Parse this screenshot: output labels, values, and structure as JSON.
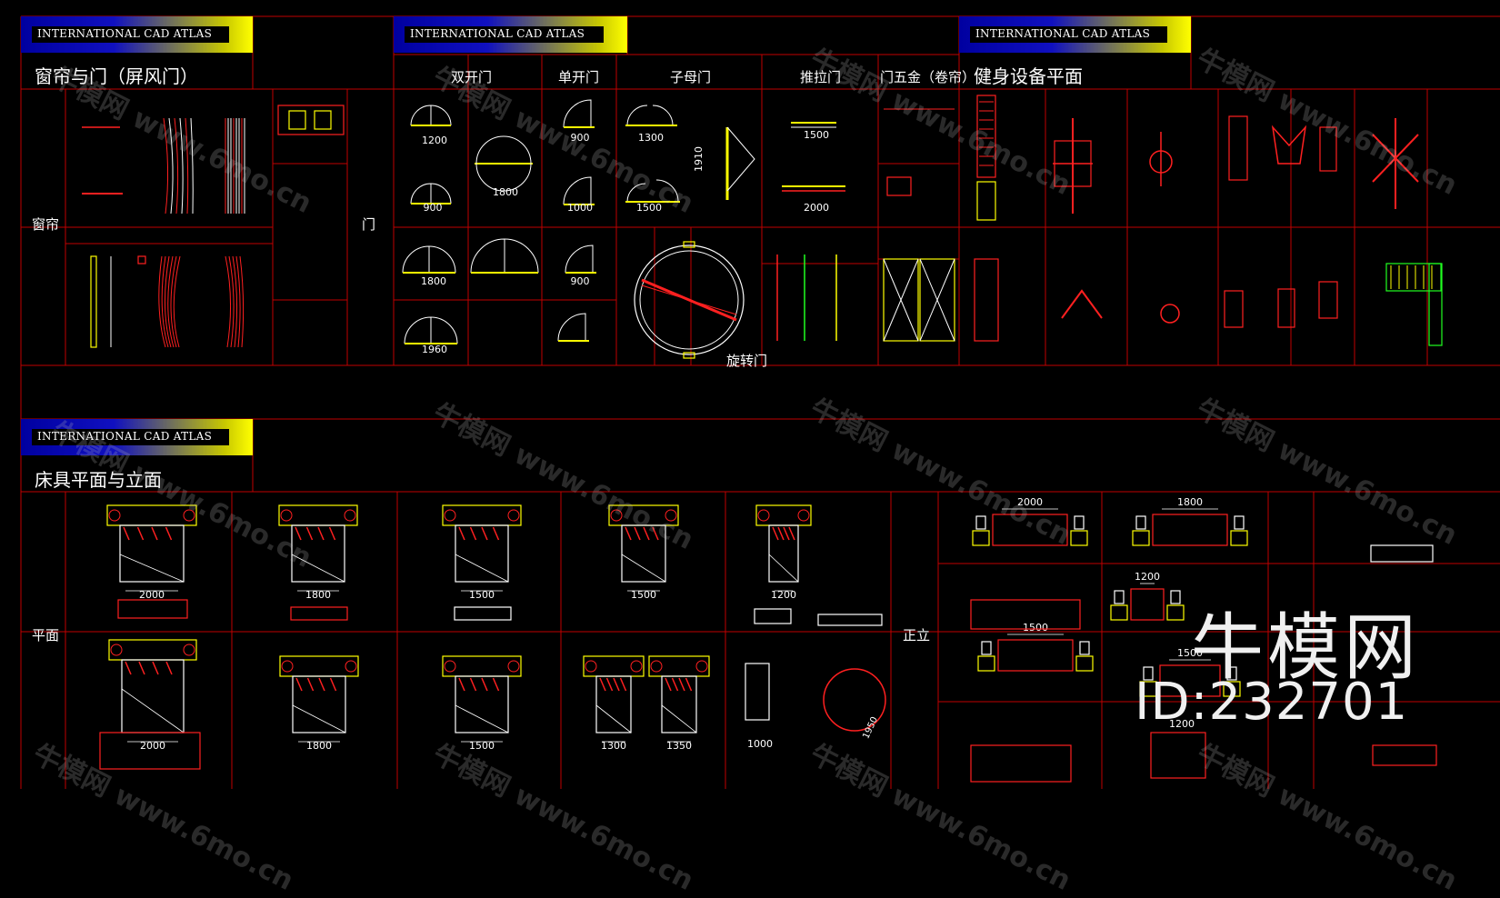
{
  "atlas_title": "INTERNATIONAL CAD ATLAS",
  "panels": {
    "curtains_doors": {
      "title": "窗帘与门（屏风门）",
      "row_label_curtain": "窗帘",
      "row_label_door": "门"
    },
    "doors": {
      "headers": [
        "双开门",
        "单开门",
        "子母门",
        "推拉门",
        "门五金（卷帘）"
      ],
      "dims": [
        "1200",
        "1800",
        "900",
        "1300",
        "1910",
        "900",
        "1500",
        "1000",
        "1500",
        "2000",
        "1800",
        "900",
        "1960"
      ],
      "revolving_label": "旋转门"
    },
    "fitness": {
      "title": "健身设备平面"
    },
    "beds": {
      "title": "床具平面与立面",
      "row_label_plan": "平面",
      "row_label_elevation": "正立",
      "plan_dims_top": [
        "2000",
        "1800",
        "1500",
        "1500",
        "1200"
      ],
      "plan_dims_bottom": [
        "2000",
        "1800",
        "1500",
        "1300",
        "1350",
        "1000",
        "1950"
      ],
      "elev_dims": [
        "2000",
        "1800",
        "1200",
        "1500",
        "1500",
        "1200"
      ]
    }
  },
  "watermark": {
    "text": "牛模网 www.6mo.cn",
    "brand": "牛模网",
    "id": "ID:232701"
  },
  "colors": {
    "background": "#000000",
    "grid": "#c00000",
    "red": "#ff2020",
    "yellow": "#ffff00",
    "white": "#ffffff",
    "cyan": "#00ffff",
    "green": "#20ff20"
  }
}
